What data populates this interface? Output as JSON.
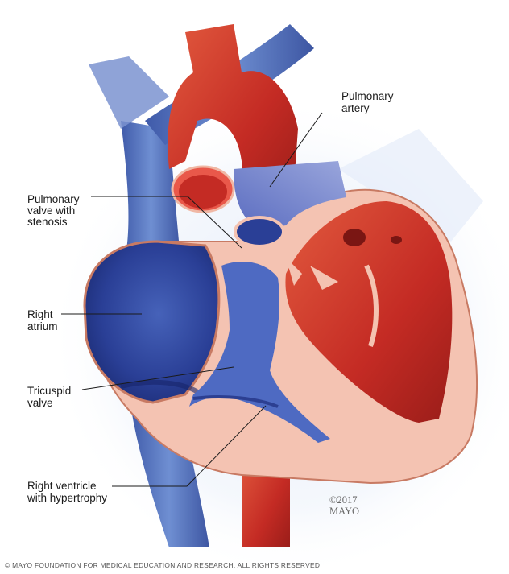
{
  "labels": {
    "pulmonary_artery": [
      "Pulmonary",
      "artery"
    ],
    "pulmonary_valve": [
      "Pulmonary",
      "valve with",
      "stenosis"
    ],
    "right_atrium": [
      "Right",
      "atrium"
    ],
    "tricuspid_valve": [
      "Tricuspid",
      "valve"
    ],
    "right_ventricle": [
      "Right ventricle",
      "with hypertrophy"
    ]
  },
  "copyright": {
    "year": "©2017",
    "owner": "MAYO"
  },
  "footer": "© MAYO FOUNDATION FOR MEDICAL EDUCATION AND RESEARCH. ALL RIGHTS RESERVED.",
  "colors": {
    "vein_blue": "#4a66b8",
    "chamber_blue": "#2a3f96",
    "artery_red": "#c8302a",
    "muscle_pink": "#f4c3b2",
    "muscle_edge": "#c87a63"
  }
}
